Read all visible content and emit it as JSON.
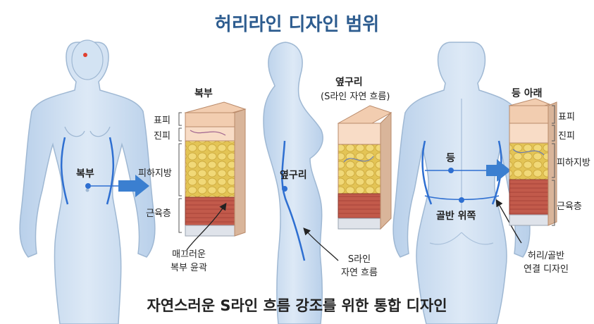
{
  "title": "허리라인 디자인 범위",
  "caption": "자연스러운 S라인 흐름 강조를 위한 통합 디자인",
  "panels": {
    "front": {
      "point_label": "복부",
      "block_title": "복부",
      "layers": [
        "표피",
        "진피",
        "피하지방",
        "근육층"
      ],
      "note_line1": "매끄러운",
      "note_line2": "복부 윤곽"
    },
    "side": {
      "point_label": "옆구리",
      "block_title": "옆구리",
      "block_subtitle": "(S라인 자연 흐름)",
      "note_line1": "S라인",
      "note_line2": "자연 흐름"
    },
    "back": {
      "point_label_upper": "등",
      "point_label_lower": "골반 위쪽",
      "block_title": "등 아래",
      "layers": [
        "표피",
        "진피",
        "피하지방",
        "근육층"
      ],
      "note_line1": "허리/골반",
      "note_line2": "연결 디자인"
    }
  },
  "colors": {
    "title": "#2d5c8f",
    "body_fill": "#cfe0f1",
    "body_stroke": "#9fb8d3",
    "waist_line": "#2e6fd1",
    "arrow": "#3b7fd0",
    "skin": "#f2cdb0",
    "fat": "#e9cf6a",
    "muscle": "#c0584a",
    "fascia": "#dfe3ea"
  }
}
